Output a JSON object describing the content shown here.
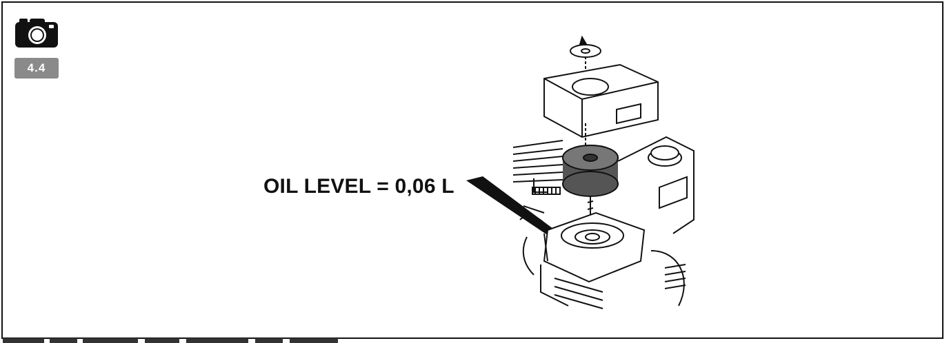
{
  "badge": {
    "label": "4.4"
  },
  "callout": {
    "text": "OIL LEVEL = 0,06 L"
  },
  "icons": {
    "camera": "camera-icon",
    "pointer": "pointer-arrow-icon",
    "illustration": "engine-air-filter-illustration"
  },
  "colors": {
    "frame": "#111111",
    "badge": "#8a8a8a",
    "badge_text": "#ffffff"
  }
}
